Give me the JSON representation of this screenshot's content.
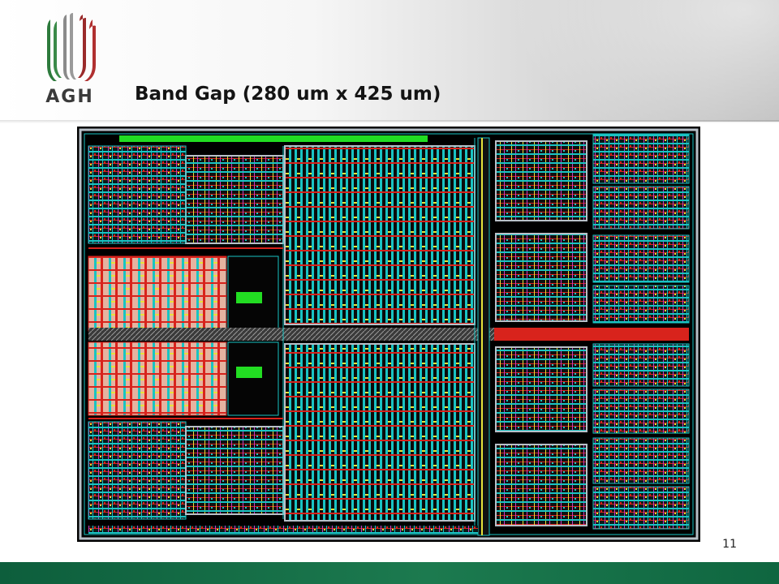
{
  "logo": {
    "text": "AGH",
    "stripe_colors": [
      "#2d7a3c",
      "#8a8a8a",
      "#9a2a2a"
    ]
  },
  "slide": {
    "title": "Band Gap (280 um x 425 um)",
    "page_number": "11"
  },
  "image": {
    "description_icon": "ic-layout-image",
    "palette": {
      "background": "#000000",
      "frame": "#b8c0c8",
      "metal_cyan": "#19c3c3",
      "poly_red": "#d8231c",
      "via_yellow": "#e7e23a",
      "magenta": "#c93cc4",
      "green": "#22dd22"
    }
  },
  "footer": {
    "color": "#1b7a4e"
  }
}
